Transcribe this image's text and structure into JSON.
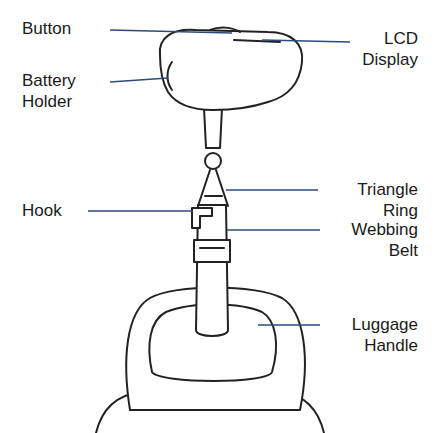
{
  "diagram": {
    "labels": [
      "Button",
      "LCD Display",
      "Battery Holder",
      "Hook",
      "Triangle Ring",
      "Webbing Belt",
      "Luggage Handle"
    ]
  }
}
